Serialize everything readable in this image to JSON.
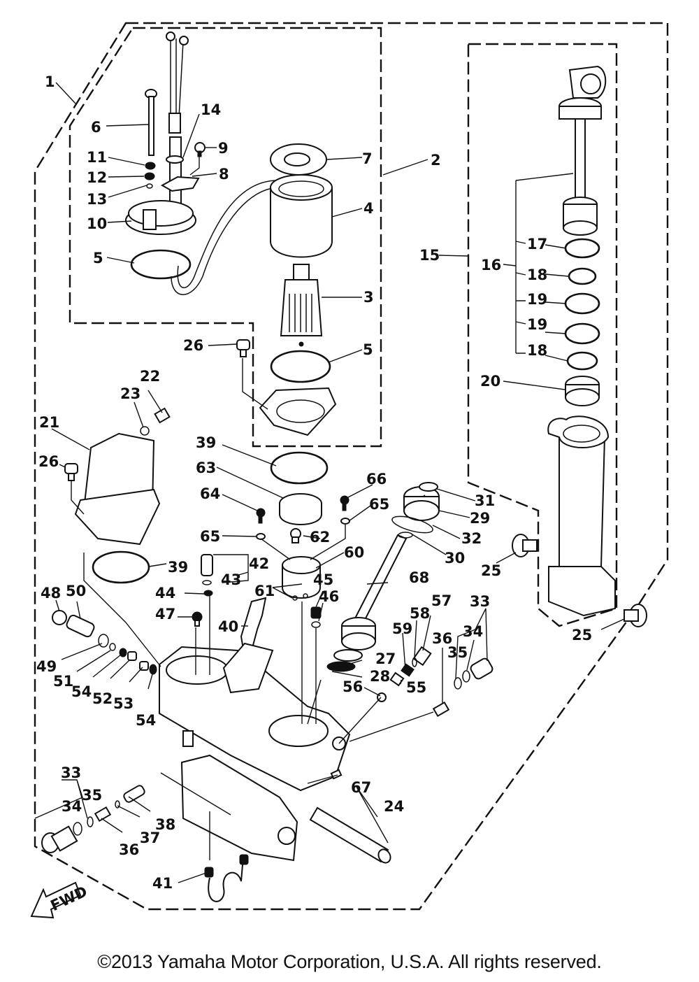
{
  "diagram": {
    "title": "Power Trim & Tilt Assembly (exploded view)",
    "direction_indicator": "FWD",
    "callouts": [
      {
        "id": "1",
        "label": "1"
      },
      {
        "id": "2",
        "label": "2"
      },
      {
        "id": "3",
        "label": "3"
      },
      {
        "id": "4",
        "label": "4"
      },
      {
        "id": "5a",
        "label": "5"
      },
      {
        "id": "5b",
        "label": "5"
      },
      {
        "id": "6",
        "label": "6"
      },
      {
        "id": "7",
        "label": "7"
      },
      {
        "id": "8",
        "label": "8"
      },
      {
        "id": "9",
        "label": "9"
      },
      {
        "id": "10",
        "label": "10"
      },
      {
        "id": "11",
        "label": "11"
      },
      {
        "id": "12",
        "label": "12"
      },
      {
        "id": "13",
        "label": "13"
      },
      {
        "id": "14",
        "label": "14"
      },
      {
        "id": "15",
        "label": "15"
      },
      {
        "id": "16",
        "label": "16"
      },
      {
        "id": "17",
        "label": "17"
      },
      {
        "id": "18a",
        "label": "18"
      },
      {
        "id": "19a",
        "label": "19"
      },
      {
        "id": "19b",
        "label": "19"
      },
      {
        "id": "18b",
        "label": "18"
      },
      {
        "id": "20",
        "label": "20"
      },
      {
        "id": "21",
        "label": "21"
      },
      {
        "id": "22",
        "label": "22"
      },
      {
        "id": "23",
        "label": "23"
      },
      {
        "id": "24",
        "label": "24"
      },
      {
        "id": "25a",
        "label": "25"
      },
      {
        "id": "25b",
        "label": "25"
      },
      {
        "id": "26a",
        "label": "26"
      },
      {
        "id": "26b",
        "label": "26"
      },
      {
        "id": "27",
        "label": "27"
      },
      {
        "id": "28",
        "label": "28"
      },
      {
        "id": "29",
        "label": "29"
      },
      {
        "id": "30",
        "label": "30"
      },
      {
        "id": "31",
        "label": "31"
      },
      {
        "id": "32",
        "label": "32"
      },
      {
        "id": "33a",
        "label": "33"
      },
      {
        "id": "34a",
        "label": "34"
      },
      {
        "id": "35a",
        "label": "35"
      },
      {
        "id": "36a",
        "label": "36"
      },
      {
        "id": "33b",
        "label": "33"
      },
      {
        "id": "34b",
        "label": "34"
      },
      {
        "id": "35b",
        "label": "35"
      },
      {
        "id": "36b",
        "label": "36"
      },
      {
        "id": "37",
        "label": "37"
      },
      {
        "id": "38",
        "label": "38"
      },
      {
        "id": "39a",
        "label": "39"
      },
      {
        "id": "39b",
        "label": "39"
      },
      {
        "id": "40",
        "label": "40"
      },
      {
        "id": "41",
        "label": "41"
      },
      {
        "id": "42",
        "label": "42"
      },
      {
        "id": "43",
        "label": "43"
      },
      {
        "id": "44",
        "label": "44"
      },
      {
        "id": "45",
        "label": "45"
      },
      {
        "id": "46",
        "label": "46"
      },
      {
        "id": "47",
        "label": "47"
      },
      {
        "id": "48",
        "label": "48"
      },
      {
        "id": "49",
        "label": "49"
      },
      {
        "id": "50",
        "label": "50"
      },
      {
        "id": "51",
        "label": "51"
      },
      {
        "id": "52",
        "label": "52"
      },
      {
        "id": "53",
        "label": "53"
      },
      {
        "id": "54a",
        "label": "54"
      },
      {
        "id": "54b",
        "label": "54"
      },
      {
        "id": "55",
        "label": "55"
      },
      {
        "id": "56",
        "label": "56"
      },
      {
        "id": "57",
        "label": "57"
      },
      {
        "id": "58",
        "label": "58"
      },
      {
        "id": "59",
        "label": "59"
      },
      {
        "id": "60",
        "label": "60"
      },
      {
        "id": "61",
        "label": "61"
      },
      {
        "id": "62",
        "label": "62"
      },
      {
        "id": "63",
        "label": "63"
      },
      {
        "id": "64",
        "label": "64"
      },
      {
        "id": "65a",
        "label": "65"
      },
      {
        "id": "65b",
        "label": "65"
      },
      {
        "id": "66",
        "label": "66"
      },
      {
        "id": "67",
        "label": "67"
      },
      {
        "id": "68",
        "label": "68"
      }
    ]
  },
  "footer": {
    "copyright": "©2013 Yamaha Motor Corporation, U.S.A. All rights reserved."
  }
}
